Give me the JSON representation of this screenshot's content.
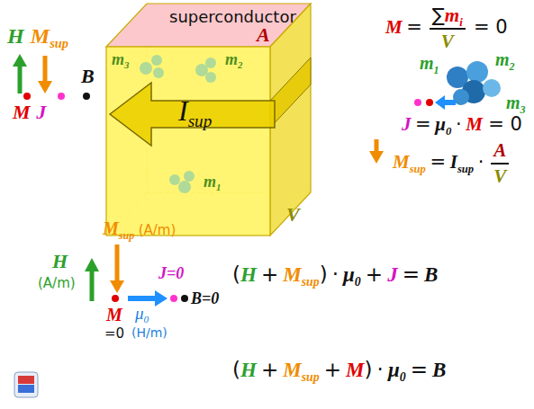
{
  "diagram": {
    "nodes": [
      {
        "text": [
          "superconductor",
          "A",
          "V"
        ]
      }
    ],
    "labels": [
      "M",
      "=",
      "∑",
      "m",
      "i",
      "V",
      "= 0",
      "m",
      "1",
      "m",
      "2",
      "m",
      "3",
      "J",
      "=",
      "μ",
      "0",
      "·",
      "M",
      "= 0",
      "M",
      "sup",
      "=",
      "I",
      "sup",
      "·",
      "A",
      "V",
      "I",
      "sup",
      "m",
      "3",
      "m",
      "2",
      "m",
      "1",
      "H",
      "M",
      "sup",
      "B",
      "M",
      "J",
      "M",
      "sup",
      "(A/m)",
      "H",
      "(A/m)",
      "M",
      "=0",
      "μ",
      "0",
      "(H/m)",
      "J=0",
      "B=0",
      "(",
      "H",
      "+",
      "M",
      "sup",
      ")",
      "·",
      "μ",
      "0",
      "+",
      "J",
      "=",
      "B",
      "(",
      "H",
      "+",
      "M",
      "sup",
      "+",
      "M",
      ")",
      "·",
      "μ",
      "0",
      "=",
      "B"
    ]
  }
}
